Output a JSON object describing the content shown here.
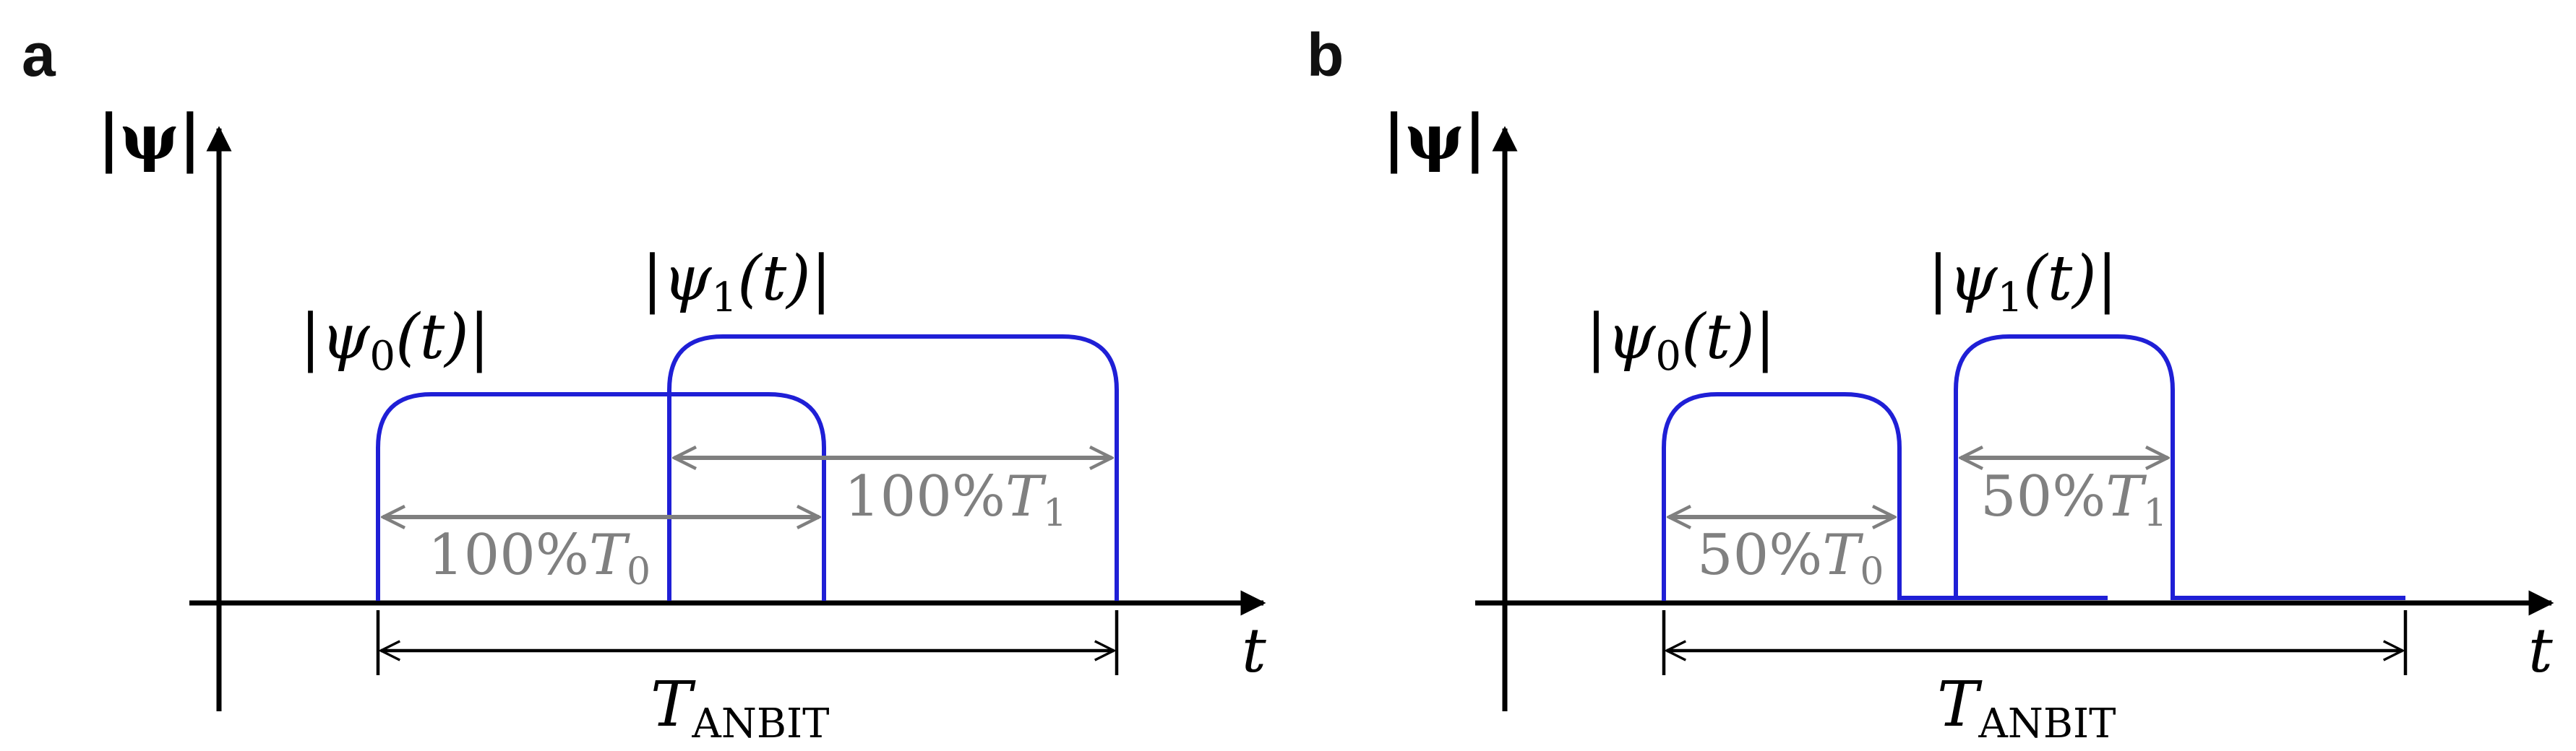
{
  "panels": [
    {
      "id": "a",
      "letter": "a",
      "y_axis_label": "|𝛙|",
      "x_axis_label": "t",
      "psi0_label": {
        "pre": "|ψ",
        "sub": "0",
        "post": "(t)|"
      },
      "psi1_label": {
        "pre": "|ψ",
        "sub": "1",
        "post": "(t)|"
      },
      "width0_label": {
        "pct": "100%",
        "T": "T",
        "sub": "0"
      },
      "width1_label": {
        "pct": "100%",
        "T": "T",
        "sub": "1"
      },
      "total_label": {
        "T": "T",
        "sub": "ANBIT"
      }
    },
    {
      "id": "b",
      "letter": "b",
      "y_axis_label": "|𝛙|",
      "x_axis_label": "t",
      "psi0_label": {
        "pre": "|ψ",
        "sub": "0",
        "post": "(t)|"
      },
      "psi1_label": {
        "pre": "|ψ",
        "sub": "1",
        "post": "(t)|"
      },
      "width0_label": {
        "pct": "50%",
        "T": "T",
        "sub": "0"
      },
      "width1_label": {
        "pct": "50%",
        "T": "T",
        "sub": "1"
      },
      "total_label": {
        "T": "T",
        "sub": "ANBIT"
      }
    }
  ],
  "colors": {
    "pulse": "#1f1fd6",
    "width_arrow": "#808080",
    "axis": "#000000"
  }
}
